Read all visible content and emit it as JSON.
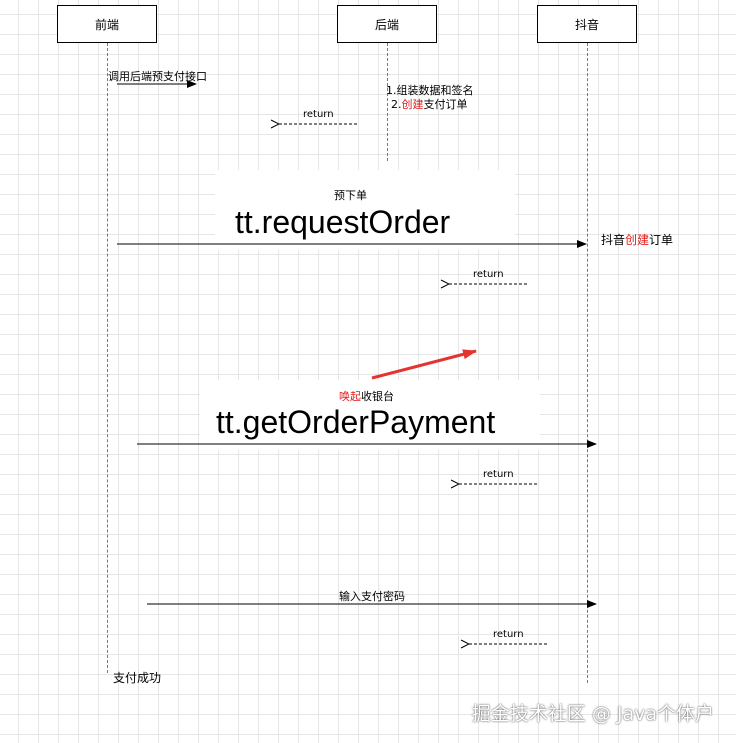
{
  "participants": {
    "frontend": "前端",
    "backend": "后端",
    "douyin": "抖音"
  },
  "messages": {
    "call_backend": "调用后端预支付接口",
    "step1": "1.组装数据和签名",
    "step2_prefix": "2.",
    "step2_highlight": "创建",
    "step2_suffix": "支付订单",
    "return1": "return",
    "pre_order": "预下单",
    "request_order_api": "tt.requestOrder",
    "douyin_prefix": "抖音",
    "douyin_highlight": "创建",
    "douyin_suffix": "订单",
    "return2": "return",
    "cashier_highlight": "唤起",
    "cashier_suffix": "收银台",
    "get_payment_api": "tt.getOrderPayment",
    "return3": "return",
    "enter_password": "输入支付密码",
    "return4": "return",
    "pay_success": "支付成功"
  },
  "watermark": "掘金技术社区 @ Java个体户",
  "colors": {
    "highlight": "#e11d1d",
    "line": "#000000",
    "annotation_arrow": "#e3342f"
  }
}
